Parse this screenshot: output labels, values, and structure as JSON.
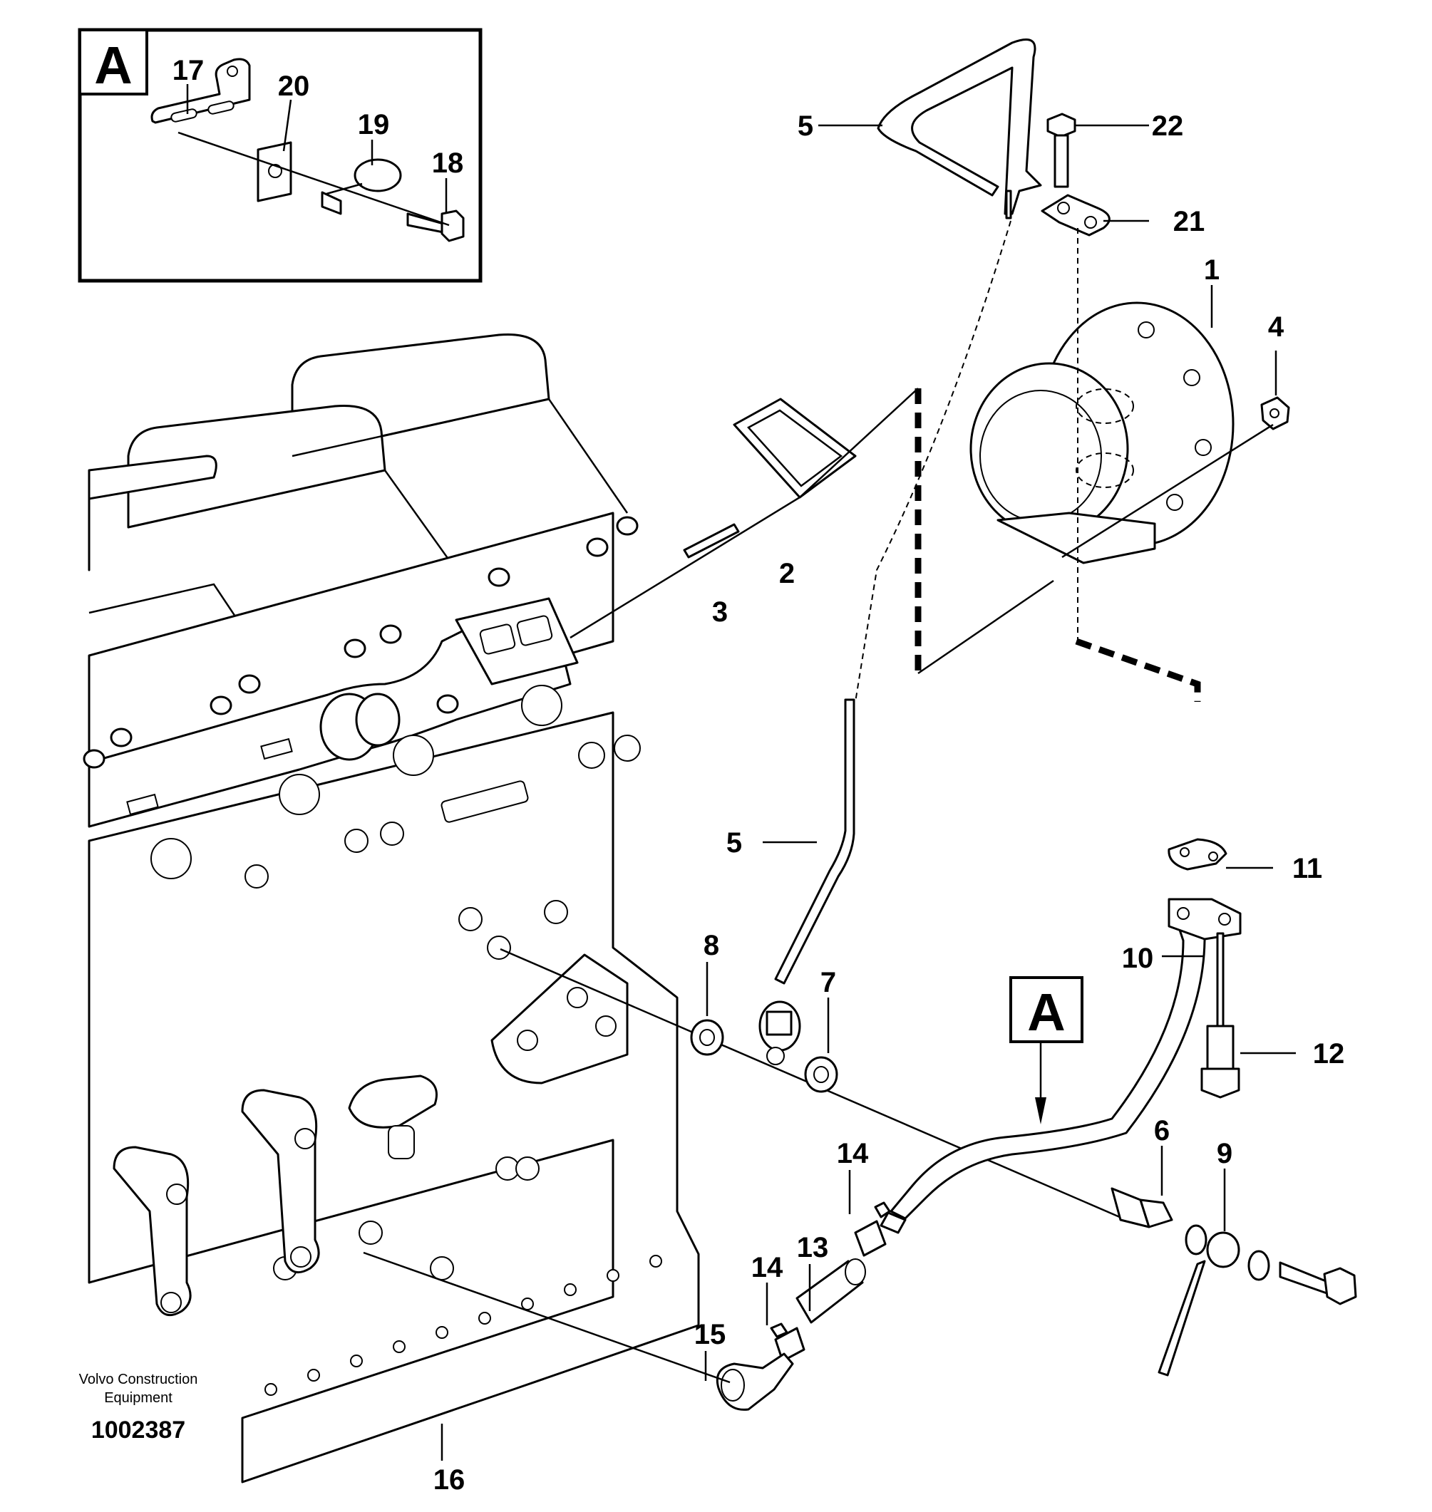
{
  "callouts": [
    {
      "id": "c1",
      "text": "1"
    },
    {
      "id": "c2",
      "text": "2"
    },
    {
      "id": "c3",
      "text": "3"
    },
    {
      "id": "c4",
      "text": "4"
    },
    {
      "id": "c5a",
      "text": "5"
    },
    {
      "id": "c5b",
      "text": "5"
    },
    {
      "id": "c6",
      "text": "6"
    },
    {
      "id": "c7",
      "text": "7"
    },
    {
      "id": "c8",
      "text": "8"
    },
    {
      "id": "c9",
      "text": "9"
    },
    {
      "id": "c10",
      "text": "10"
    },
    {
      "id": "c11",
      "text": "11"
    },
    {
      "id": "c12",
      "text": "12"
    },
    {
      "id": "c13",
      "text": "13"
    },
    {
      "id": "c14a",
      "text": "14"
    },
    {
      "id": "c14b",
      "text": "14"
    },
    {
      "id": "c15",
      "text": "15"
    },
    {
      "id": "c16",
      "text": "16"
    },
    {
      "id": "c17",
      "text": "17"
    },
    {
      "id": "c18",
      "text": "18"
    },
    {
      "id": "c19",
      "text": "19"
    },
    {
      "id": "c20",
      "text": "20"
    },
    {
      "id": "c21",
      "text": "21"
    },
    {
      "id": "c22",
      "text": "22"
    }
  ],
  "detail_view": {
    "label": "A"
  },
  "detail_marker": {
    "label": "A"
  },
  "footer": {
    "company_line1": "Volvo Construction",
    "company_line2": "Equipment",
    "document_number": "1002387"
  }
}
